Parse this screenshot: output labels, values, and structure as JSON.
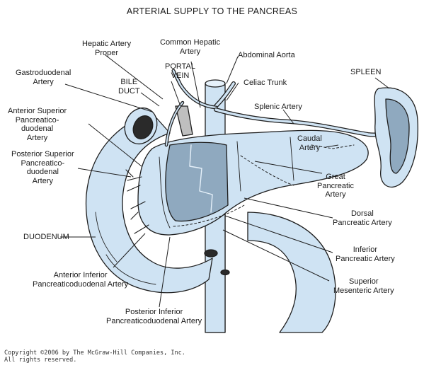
{
  "title": "ARTERIAL SUPPLY TO THE PANCREAS",
  "labels": {
    "hepatic_artery_proper": "Hepatic Artery\nProper",
    "common_hepatic_artery": "Common Hepatic\nArtery",
    "portal_vein": "PORTAL\nVEIN",
    "abdominal_aorta": "Abdominal Aorta",
    "spleen": "SPLEEN",
    "gastroduodenal_artery": "Gastroduodenal\nArtery",
    "bile_duct": "BILE\nDUCT",
    "celiac_trunk": "Celiac Trunk",
    "splenic_artery": "Splenic Artery",
    "anterior_superior": "Anterior Superior\nPancreatico-\nduodenal\nArtery",
    "caudal_artery": "Caudal\nArtery",
    "posterior_superior": "Posterior Superior\nPancreatico-\nduodenal\nArtery",
    "great_pancreatic": "Great\nPancreatic\nArtery",
    "dorsal_pancreatic": "Dorsal\nPancreatic Artery",
    "duodenum": "DUODENUM",
    "inferior_pancreatic": "Inferior\nPancreatic Artery",
    "anterior_inferior": "Anterior Inferior\nPancreaticoduodenal Artery",
    "superior_mesenteric": "Superior\nMesenteric Artery",
    "posterior_inferior": "Posterior Inferior\nPancreaticoduodenal Artery"
  },
  "copyright": "Copyright ©2006 by The McGraw-Hill Companies, Inc.\nAll rights reserved.",
  "colors": {
    "organ_fill": "#cfe3f3",
    "organ_light": "#e6f1fa",
    "organ_shade": "#9fc3df",
    "outline": "#1e1e1e",
    "vein": "#bfbfbf",
    "dark_interior": "#8fa9bf"
  }
}
